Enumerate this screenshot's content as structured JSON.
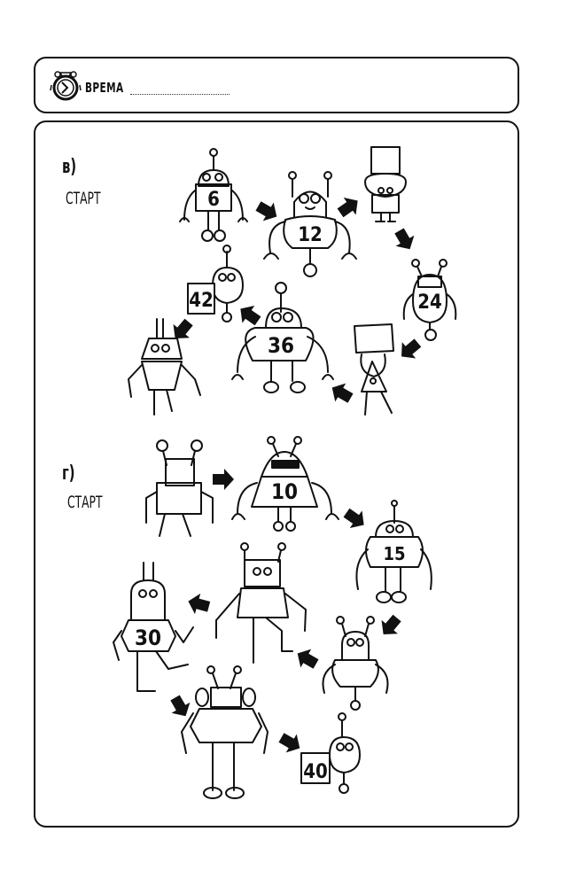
{
  "header": {
    "icon": "alarm-clock-icon",
    "time_label": "ВРЕМА",
    "answer_line": ""
  },
  "sections": [
    {
      "letter": "в)",
      "start_label": "СТАРТ",
      "robots": [
        {
          "number": "6"
        },
        {
          "number": "12"
        },
        {
          "number": ""
        },
        {
          "number": "24"
        },
        {
          "number": ""
        },
        {
          "number": "36"
        },
        {
          "number": "42"
        },
        {
          "number": ""
        }
      ],
      "arrow_icon": "arrow-icon"
    },
    {
      "letter": "г)",
      "start_label": "СТАРТ",
      "robots": [
        {
          "number": ""
        },
        {
          "number": "10"
        },
        {
          "number": "15"
        },
        {
          "number": ""
        },
        {
          "number": ""
        },
        {
          "number": "30"
        },
        {
          "number": ""
        },
        {
          "number": "40"
        }
      ],
      "arrow_icon": "arrow-icon"
    }
  ]
}
